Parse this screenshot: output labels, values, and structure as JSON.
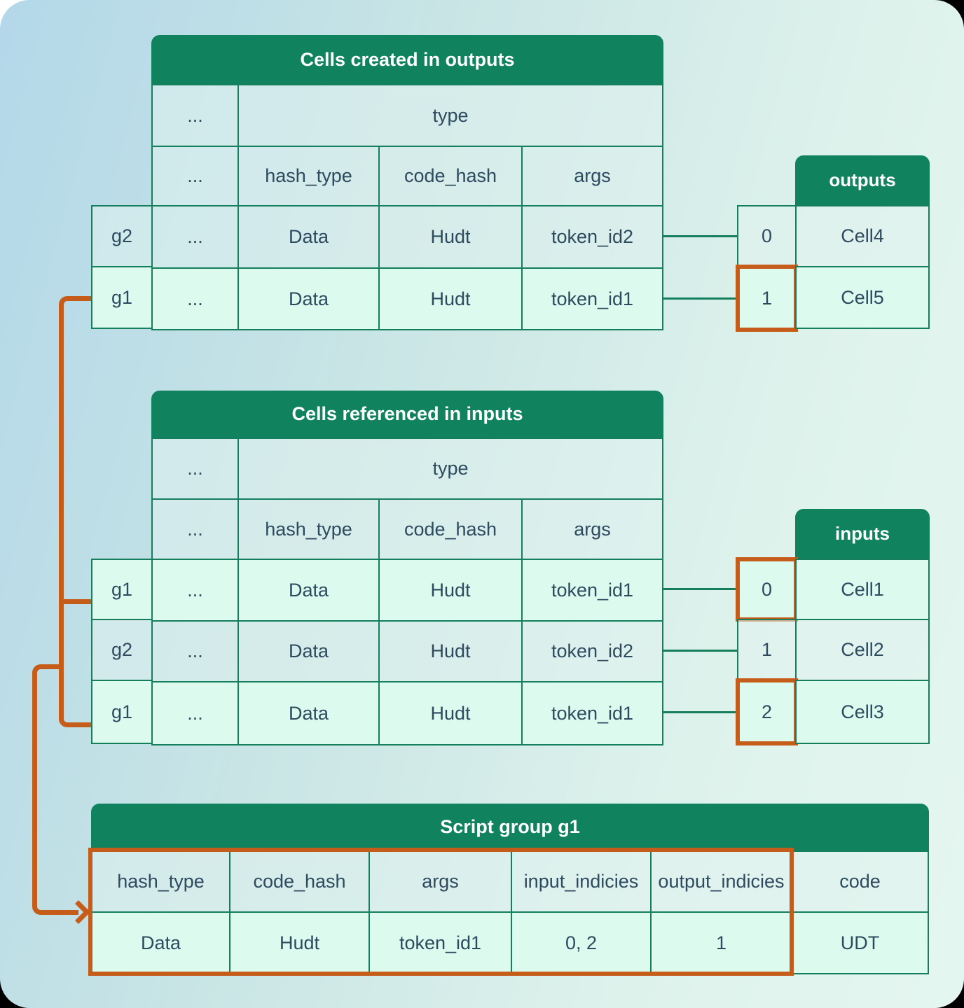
{
  "colors": {
    "header_green": "#10835e",
    "border_green": "#157f5d",
    "accent_orange": "#c65c19",
    "text_dark": "#2d4a5f",
    "cell_hl": "#ddfaef",
    "bg_blue": "#b3d8e9",
    "bg_mint": "#e5f6f0"
  },
  "tables": {
    "outputs_main": {
      "title": "Cells created in outputs",
      "ellipsis": "...",
      "type_label": "type",
      "col_headers": [
        "hash_type",
        "code_hash",
        "args"
      ],
      "rows": [
        {
          "group": "g2",
          "ellipsis": "...",
          "hash_type": "Data",
          "code_hash": "Hudt",
          "args": "token_id2"
        },
        {
          "group": "g1",
          "ellipsis": "...",
          "hash_type": "Data",
          "code_hash": "Hudt",
          "args": "token_id1"
        }
      ]
    },
    "inputs_main": {
      "title": "Cells referenced in inputs",
      "ellipsis": "...",
      "type_label": "type",
      "col_headers": [
        "hash_type",
        "code_hash",
        "args"
      ],
      "rows": [
        {
          "group": "g1",
          "ellipsis": "...",
          "hash_type": "Data",
          "code_hash": "Hudt",
          "args": "token_id1"
        },
        {
          "group": "g2",
          "ellipsis": "...",
          "hash_type": "Data",
          "code_hash": "Hudt",
          "args": "token_id2"
        },
        {
          "group": "g1",
          "ellipsis": "...",
          "hash_type": "Data",
          "code_hash": "Hudt",
          "args": "token_id1"
        }
      ]
    },
    "outputs_side": {
      "title": "outputs",
      "rows": [
        {
          "index": "0",
          "cell": "Cell4"
        },
        {
          "index": "1",
          "cell": "Cell5"
        }
      ]
    },
    "inputs_side": {
      "title": "inputs",
      "rows": [
        {
          "index": "0",
          "cell": "Cell1"
        },
        {
          "index": "1",
          "cell": "Cell2"
        },
        {
          "index": "2",
          "cell": "Cell3"
        }
      ]
    },
    "script_group": {
      "title": "Script group g1",
      "col_headers": [
        "hash_type",
        "code_hash",
        "args",
        "input_indicies",
        "output_indicies",
        "code"
      ],
      "values": [
        "Data",
        "Hudt",
        "token_id1",
        "0, 2",
        "1",
        "UDT"
      ]
    }
  }
}
